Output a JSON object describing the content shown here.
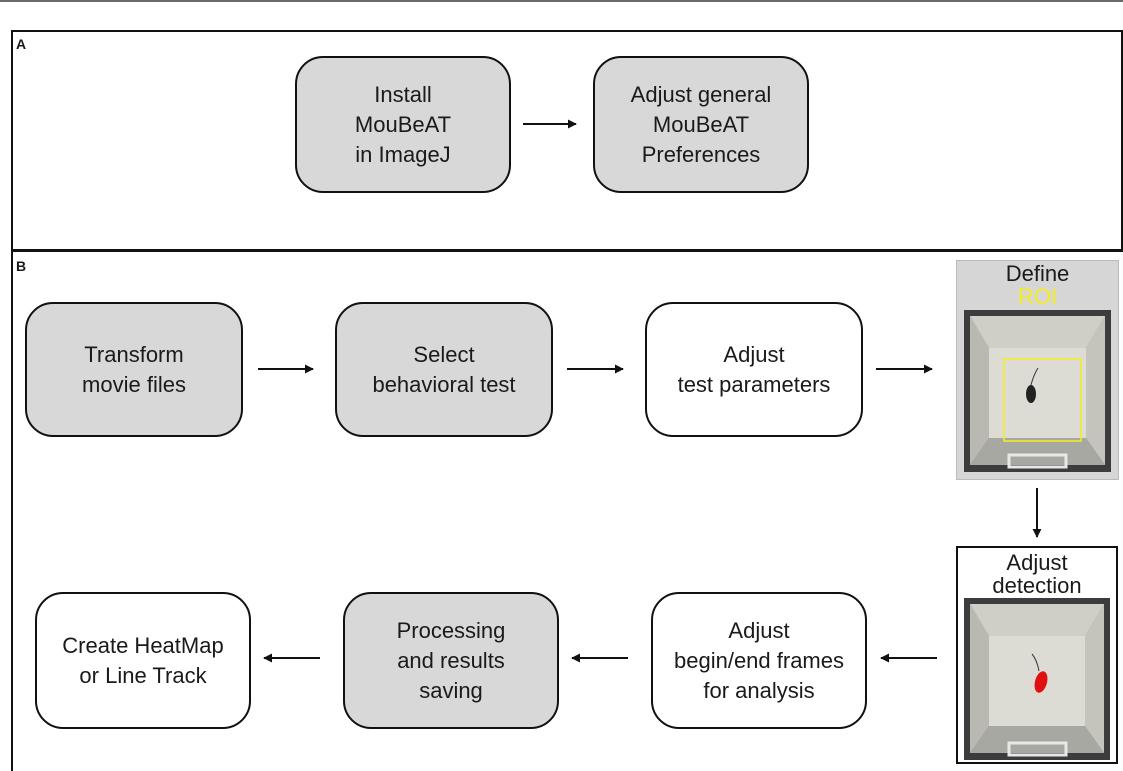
{
  "panel_a": {
    "label": "A",
    "steps": [
      "Install\nMouBeAT\nin ImageJ",
      "Adjust general\nMouBeAT\nPreferences"
    ]
  },
  "panel_b": {
    "label": "B",
    "top_row": [
      "Transform\nmovie files",
      "Select\nbehavioral test",
      "Adjust\ntest parameters"
    ],
    "define_roi": {
      "line1": "Define",
      "line2": "ROI",
      "highlight_color": "#f5ee1c"
    },
    "adjust_detection": {
      "line1": "Adjust",
      "line2": "detection",
      "mouse_color": "#e01010"
    },
    "bottom_row": [
      "Adjust\nbegin/end frames\nfor analysis",
      "Processing\nand results\nsaving",
      "Create HeatMap\nor Line Track"
    ]
  },
  "colors": {
    "gray_box": "#d8d8d8",
    "white_box": "#ffffff",
    "line": "#111111"
  }
}
